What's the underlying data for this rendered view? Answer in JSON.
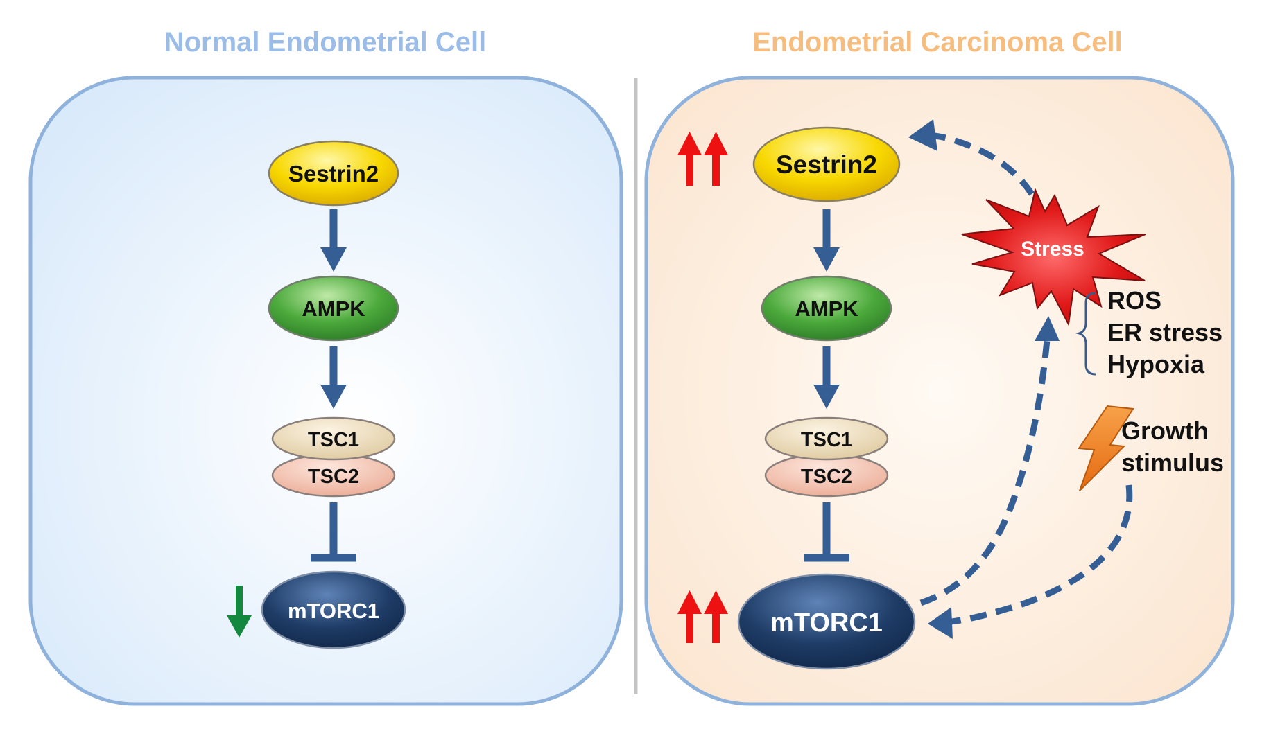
{
  "colors": {
    "normal_title": "#9bbce6",
    "carcinoma_title": "#f5bd80",
    "panel_border": "#8fb2dc",
    "pathway_arrow": "#355f94",
    "up_arrow": "#ee1111",
    "down_arrow": "#14883e",
    "sestrin_fill": "#f8d800",
    "ampk_fill": "#4caa3c",
    "tsc1_fill": "#ead9b6",
    "tsc2_fill": "#f3c2b0",
    "mtorc1_fill": "#1e3c66",
    "stress_fill": "#e01818",
    "lightning_fill": "#ee7a1a"
  },
  "normal": {
    "title": "Normal Endometrial Cell",
    "nodes": {
      "sestrin2": "Sestrin2",
      "ampk": "AMPK",
      "tsc1": "TSC1",
      "tsc2": "TSC2",
      "mtorc1": "mTORC1"
    }
  },
  "carcinoma": {
    "title": "Endometrial Carcinoma Cell",
    "nodes": {
      "sestrin2": "Sestrin2",
      "ampk": "AMPK",
      "tsc1": "TSC1",
      "tsc2": "TSC2",
      "mtorc1": "mTORC1"
    },
    "stress": "Stress",
    "stress_types": [
      "ROS",
      "ER stress",
      "Hypoxia"
    ],
    "growth_stimulus": [
      "Growth",
      "stimulus"
    ]
  }
}
